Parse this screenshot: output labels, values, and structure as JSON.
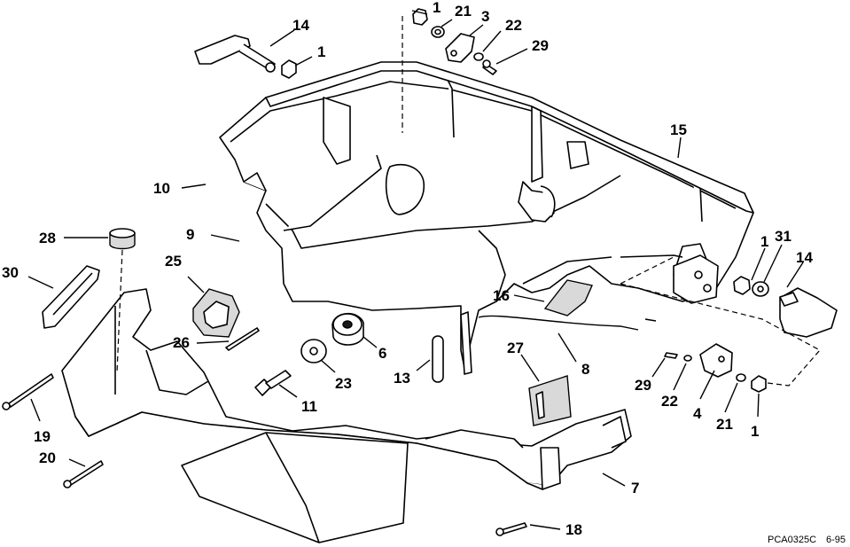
{
  "diagram": {
    "callouts": [
      {
        "id": "c14a",
        "text": "14"
      },
      {
        "id": "c1a",
        "text": "1"
      },
      {
        "id": "c1b",
        "text": "1"
      },
      {
        "id": "c21a",
        "text": "21"
      },
      {
        "id": "c3",
        "text": "3"
      },
      {
        "id": "c22a",
        "text": "22"
      },
      {
        "id": "c29a",
        "text": "29"
      },
      {
        "id": "c15",
        "text": "15"
      },
      {
        "id": "c10",
        "text": "10"
      },
      {
        "id": "c9",
        "text": "9"
      },
      {
        "id": "c28",
        "text": "28"
      },
      {
        "id": "c30",
        "text": "30"
      },
      {
        "id": "c25",
        "text": "25"
      },
      {
        "id": "c26",
        "text": "26"
      },
      {
        "id": "c6",
        "text": "6"
      },
      {
        "id": "c23",
        "text": "23"
      },
      {
        "id": "c13",
        "text": "13"
      },
      {
        "id": "c11",
        "text": "11"
      },
      {
        "id": "c16",
        "text": "16"
      },
      {
        "id": "c1c",
        "text": "1"
      },
      {
        "id": "c31",
        "text": "31"
      },
      {
        "id": "c14b",
        "text": "14"
      },
      {
        "id": "c27",
        "text": "27"
      },
      {
        "id": "c8",
        "text": "8"
      },
      {
        "id": "c29b",
        "text": "29"
      },
      {
        "id": "c22b",
        "text": "22"
      },
      {
        "id": "c4",
        "text": "4"
      },
      {
        "id": "c21b",
        "text": "21"
      },
      {
        "id": "c1d",
        "text": "1"
      },
      {
        "id": "c19",
        "text": "19"
      },
      {
        "id": "c20",
        "text": "20"
      },
      {
        "id": "c7",
        "text": "7"
      },
      {
        "id": "c18",
        "text": "18"
      }
    ],
    "drawing_code": "PCA0325C",
    "date_code": "6-95"
  }
}
